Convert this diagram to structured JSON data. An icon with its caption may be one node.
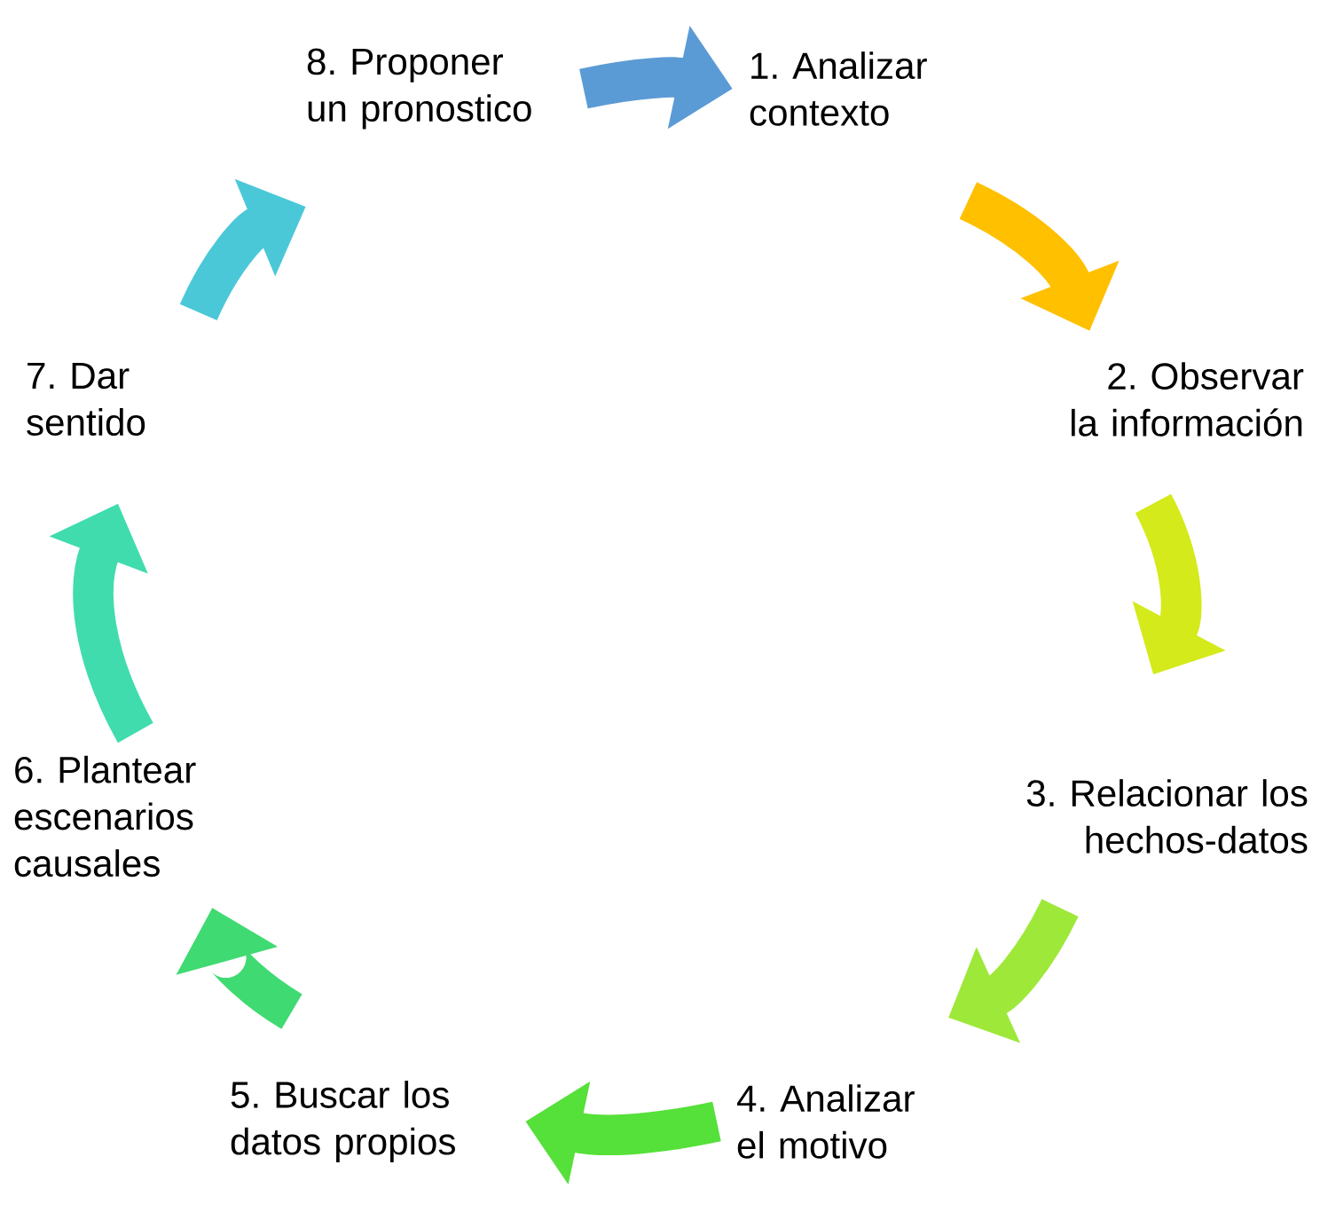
{
  "diagram": {
    "nodes": [
      {
        "text": [
          "1. Analizar contexto"
        ]
      },
      {
        "text": [
          "2. Observar la información"
        ]
      },
      {
        "text": [
          "3. Relacionar los hechos-datos"
        ]
      },
      {
        "text": [
          "4. Analizar el motivo"
        ]
      },
      {
        "text": [
          "5. Buscar los datos propios"
        ]
      },
      {
        "text": [
          "6. Plantear escenarios causales"
        ]
      },
      {
        "text": [
          "7. Dar sentido"
        ]
      },
      {
        "text": [
          "8. Proponer un pronostico"
        ]
      }
    ],
    "edges": [
      {
        "from": 7,
        "to": 0,
        "arrow": "to",
        "color": "#5b9bd5"
      },
      {
        "from": 0,
        "to": 1,
        "arrow": "to",
        "color": "#ffc000"
      },
      {
        "from": 1,
        "to": 2,
        "arrow": "to",
        "color": "#d4ea1a"
      },
      {
        "from": 2,
        "to": 3,
        "arrow": "to",
        "color": "#9ee83a"
      },
      {
        "from": 3,
        "to": 4,
        "arrow": "to",
        "color": "#55e03a"
      },
      {
        "from": 4,
        "to": 5,
        "arrow": "to",
        "color": "#40da72"
      },
      {
        "from": 5,
        "to": 6,
        "arrow": "to",
        "color": "#40dcae"
      },
      {
        "from": 6,
        "to": 7,
        "arrow": "to",
        "color": "#4bc8d8"
      }
    ]
  }
}
